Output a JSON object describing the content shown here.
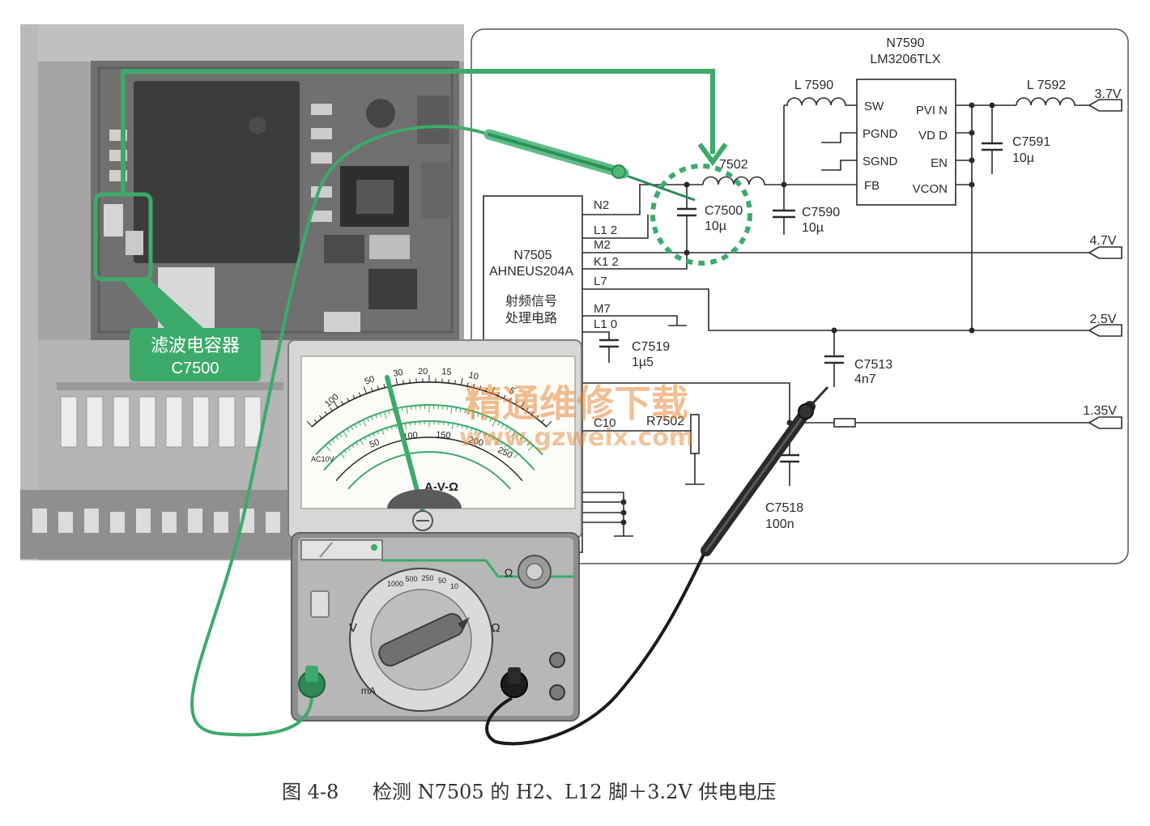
{
  "caption": {
    "figure_no": "图 4-8",
    "text": "检测 N7505 的 H2、L12 脚＋3.2V 供电电压"
  },
  "photo_callout": {
    "line1": "滤波电容器",
    "line2": "C7500"
  },
  "n7590": {
    "ref": "N7590",
    "part": "LM3206TLX",
    "pin_sw": "SW",
    "pin_pgnd": "PGND",
    "pin_sgnd": "SGND",
    "pin_fb": "FB",
    "pin_pvin": "PVI N",
    "pin_vdd": "VD D",
    "pin_en": "EN",
    "pin_vcon": "VCON"
  },
  "n7505": {
    "ref": "N7505",
    "part": "AHNEUS204A",
    "desc_line1": "射频信号",
    "desc_line2": "处理电路",
    "pins": [
      "N2",
      "L1 2",
      "M2",
      "K1 2",
      "L7",
      "M7",
      "L1 0",
      "C10"
    ]
  },
  "inductors": {
    "l7590": "L 7590",
    "l7592": "L 7592",
    "l7502": "7502"
  },
  "capacitors": {
    "c7500": {
      "ref": "C7500",
      "value": "10µ"
    },
    "c7590": {
      "ref": "C7590",
      "value": "10µ"
    },
    "c7591": {
      "ref": "C7591",
      "value": "10µ"
    },
    "c7519": {
      "ref": "C7519",
      "value": "1µ5"
    },
    "c7513": {
      "ref": "C7513",
      "value": "4n7"
    },
    "c7518": {
      "ref": "C7518",
      "value": "100n"
    }
  },
  "resistors": {
    "r7502": "R7502"
  },
  "rails": {
    "v3_7": "3.7V",
    "v4_7": "4.7V",
    "v2_5": "2.5V",
    "v1_35": "1.35V"
  },
  "multimeter": {
    "face_label": "A-V-Ω",
    "ohm_scale": [
      "100",
      "50",
      "30",
      "20",
      "15",
      "10",
      "5"
    ],
    "volt_scale": [
      "50",
      "100",
      "150",
      "200",
      "250"
    ],
    "ac_label": "AC10V",
    "dial_ranges": [
      "1000",
      "500",
      "250",
      "50",
      "10"
    ],
    "dial_v": "V",
    "dial_ohm": "Ω",
    "dial_ma": "mA",
    "zero_adj": "Ω"
  },
  "watermark": {
    "line1": "精通维修下载",
    "line2": "www.gzweix.com"
  },
  "colors": {
    "accent_green": "#3daa6a",
    "watermark_orange": "#e8893a",
    "schematic_line": "#2b2b2b"
  }
}
